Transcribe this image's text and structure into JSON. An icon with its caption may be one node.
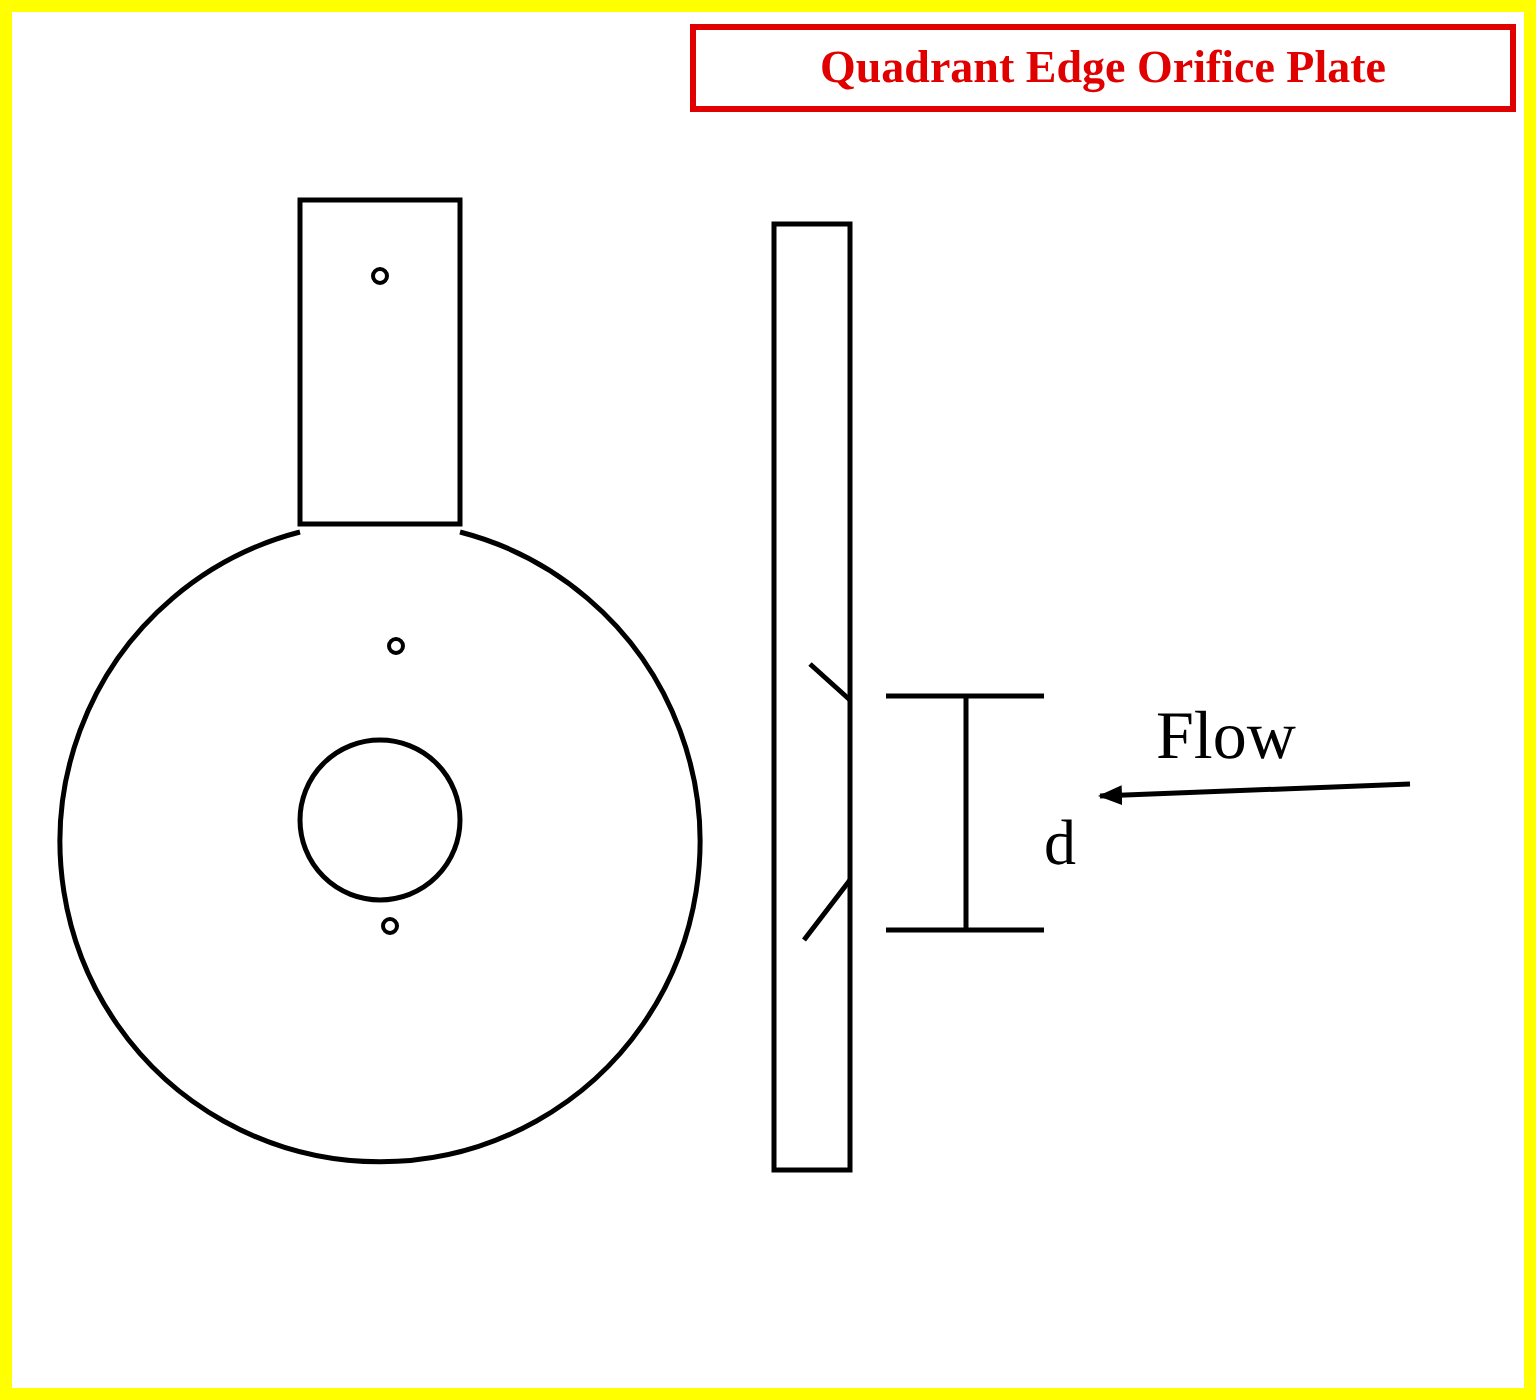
{
  "diagram": {
    "title": "Quadrant Edge Orifice Plate",
    "labels": [
      "Flow",
      "d"
    ]
  }
}
